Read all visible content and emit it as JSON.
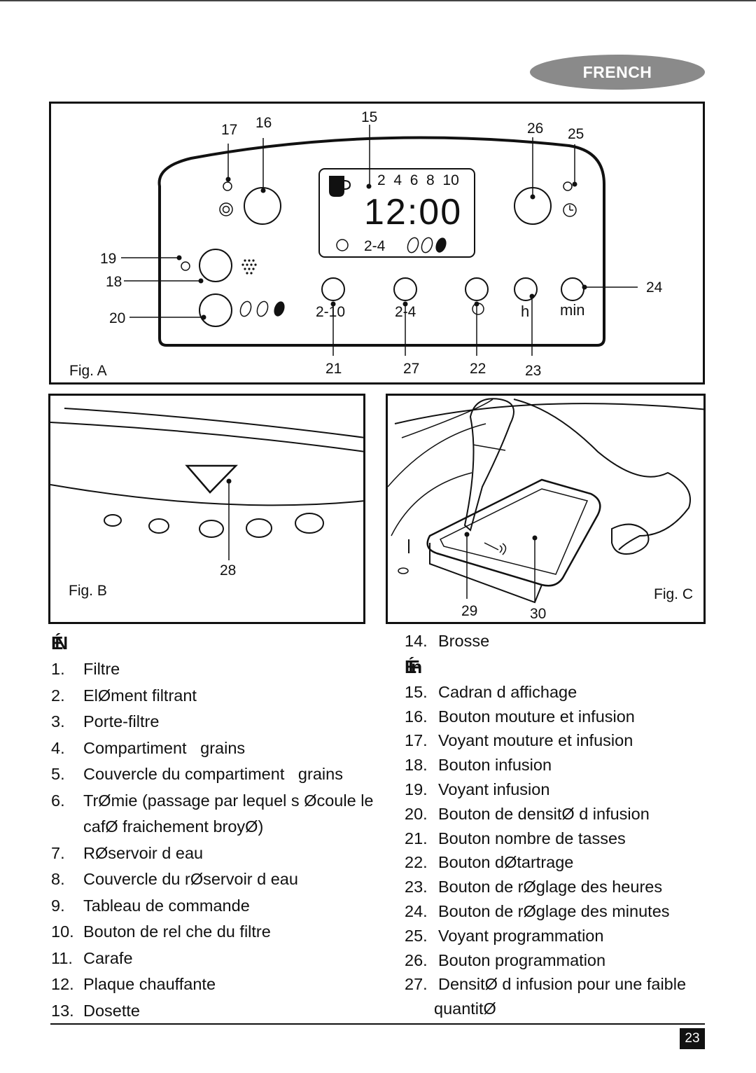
{
  "header": {
    "language": "FRENCH"
  },
  "figures": {
    "a": {
      "caption": "Fig. A",
      "callouts": {
        "n17": "17",
        "n16": "16",
        "n15": "15",
        "n26": "26",
        "n25": "25",
        "n19": "19",
        "n18": "18",
        "n20": "20",
        "n24": "24",
        "n21": "21",
        "n27": "27",
        "n22": "22",
        "n23": "23"
      },
      "display": {
        "cups": "2  4  6  8  10",
        "time": "12:00",
        "mode": "2-4"
      },
      "buttons": {
        "cups": "2-10",
        "small": "2-4",
        "hour": "h",
        "min": "min"
      }
    },
    "b": {
      "caption": "Fig. B",
      "callout": "28"
    },
    "c": {
      "caption": "Fig. C",
      "callout_29": "29",
      "callout_30": "30"
    }
  },
  "left_heading": "ÉN",
  "left_items": [
    {
      "num": "1.",
      "text": "Filtre"
    },
    {
      "num": "2.",
      "text": "ElØment filtrant"
    },
    {
      "num": "3.",
      "text": "Porte-filtre"
    },
    {
      "num": "4.",
      "text": "Compartiment   grains"
    },
    {
      "num": "5.",
      "text": "Couvercle du compartiment   grains"
    },
    {
      "num": "6.",
      "text": "TrØmie (passage par lequel s Øcoule le"
    }
  ],
  "left_item6_cont": "cafØ fraichement broyØ)",
  "left_items_b": [
    {
      "num": "7.",
      "text": "RØservoir d eau"
    },
    {
      "num": "8.",
      "text": "Couvercle du rØservoir d eau"
    },
    {
      "num": "9.",
      "text": "Tableau de commande"
    },
    {
      "num": "10.",
      "text": "Bouton de rel che du filtre"
    },
    {
      "num": "11.",
      "text": "Carafe"
    },
    {
      "num": "12.",
      "text": "Plaque chauffante"
    },
    {
      "num": "13.",
      "text": "Dosette"
    }
  ],
  "right_item14": {
    "num": "14.",
    "text": "Brosse"
  },
  "right_heading": "ÉFn",
  "right_items": [
    {
      "num": "15.",
      "text": "Cadran d affichage"
    },
    {
      "num": "16.",
      "text": "Bouton mouture et infusion"
    },
    {
      "num": "17.",
      "text": "Voyant mouture et infusion"
    },
    {
      "num": "18.",
      "text": "Bouton infusion"
    },
    {
      "num": "19.",
      "text": "Voyant infusion"
    },
    {
      "num": "20.",
      "text": "Bouton de densitØ d infusion"
    },
    {
      "num": "21.",
      "text": "Bouton nombre de tasses"
    },
    {
      "num": "22.",
      "text": "Bouton dØtartrage"
    },
    {
      "num": "23.",
      "text": "Bouton de rØglage des heures"
    },
    {
      "num": "24.",
      "text": "Bouton de rØglage des minutes"
    },
    {
      "num": "25.",
      "text": "Voyant programmation"
    },
    {
      "num": "26.",
      "text": "Bouton programmation"
    },
    {
      "num": "27.",
      "text": "DensitØ d infusion pour une faible"
    }
  ],
  "right_item27_cont": "quantitØ",
  "page_number": "23"
}
